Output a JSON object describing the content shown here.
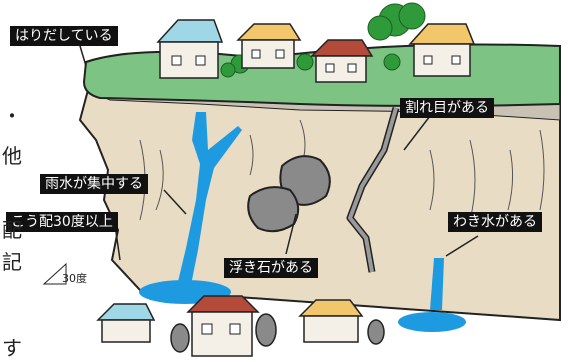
{
  "labels": {
    "overhang": "はりだしている",
    "crack": "割れ目がある",
    "rainwater": "雨水が集中する",
    "slope": "こう配30度以上",
    "spring": "わき水がある",
    "floating_rock": "浮き石がある"
  },
  "angle_label": "30度",
  "edge_text": [
    "・",
    "他",
    "配",
    "記",
    "す"
  ],
  "colors": {
    "grass": "#7dc383",
    "cliff": "#e9dcc4",
    "water": "#1e9be0",
    "rock": "#8a8a8a",
    "label_bg": "#111111",
    "label_text": "#ffffff"
  }
}
